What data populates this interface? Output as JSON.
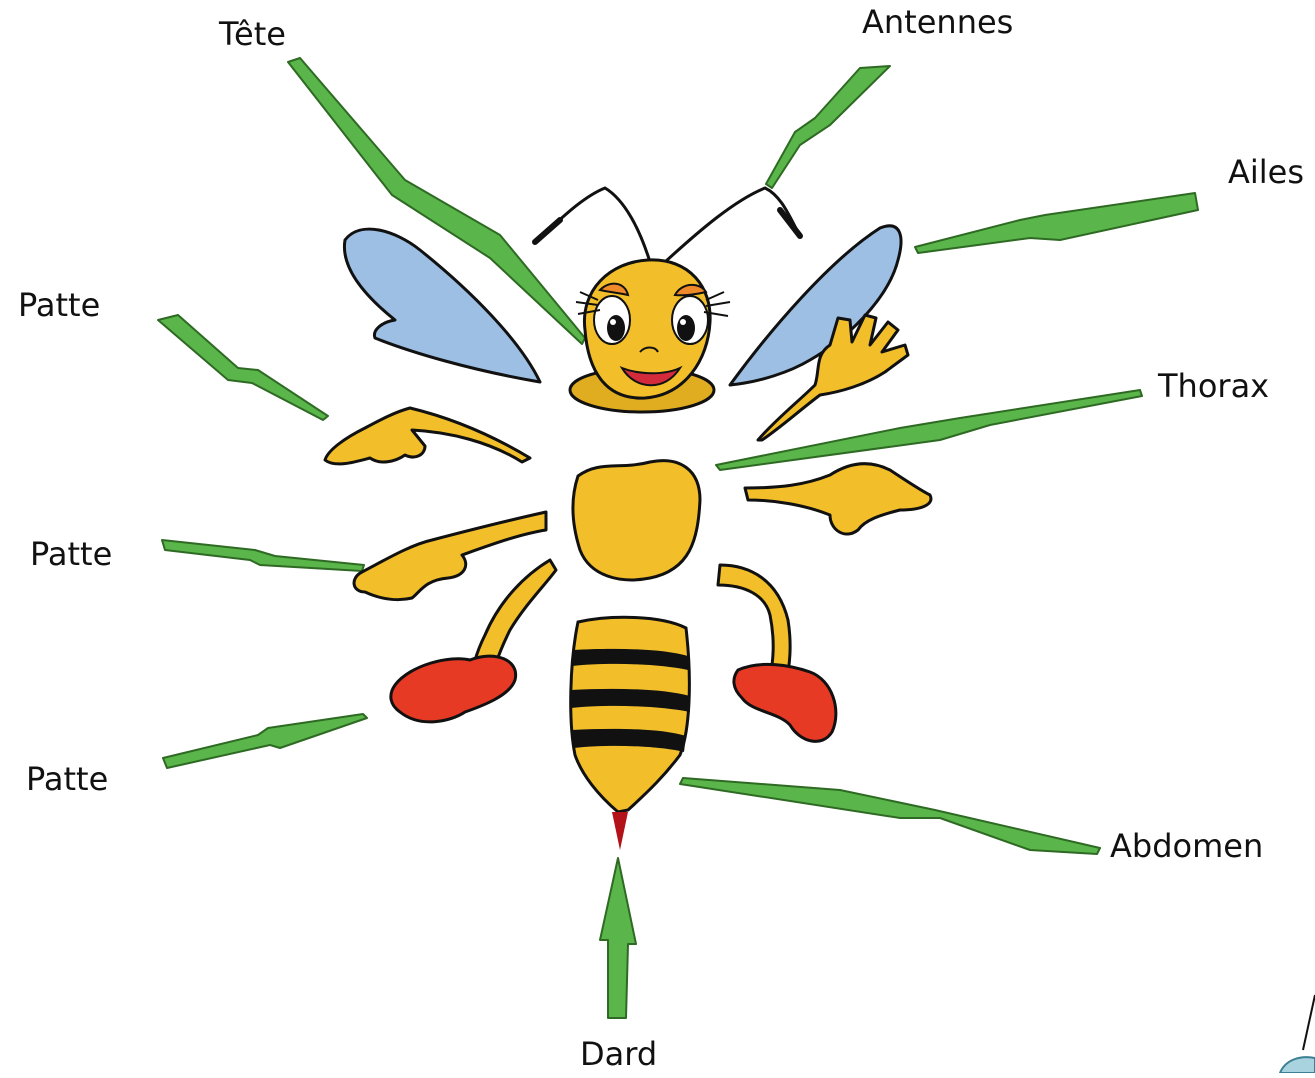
{
  "labels": {
    "tete": "Tête",
    "antennes": "Antennes",
    "ailes": "Ailes",
    "patte_1": "Patte",
    "patte_2": "Patte",
    "patte_3": "Patte",
    "thorax": "Thorax",
    "abdomen": "Abdomen",
    "dard": "Dard"
  },
  "colors": {
    "arrow": "#5ab64a",
    "body_yellow": "#f2bf2a",
    "wing_blue": "#9dbfe3",
    "shoe_red": "#e63a25",
    "eye_orange": "#ef8a2b",
    "mouth_red": "#d32b3b",
    "outline": "#111111"
  }
}
